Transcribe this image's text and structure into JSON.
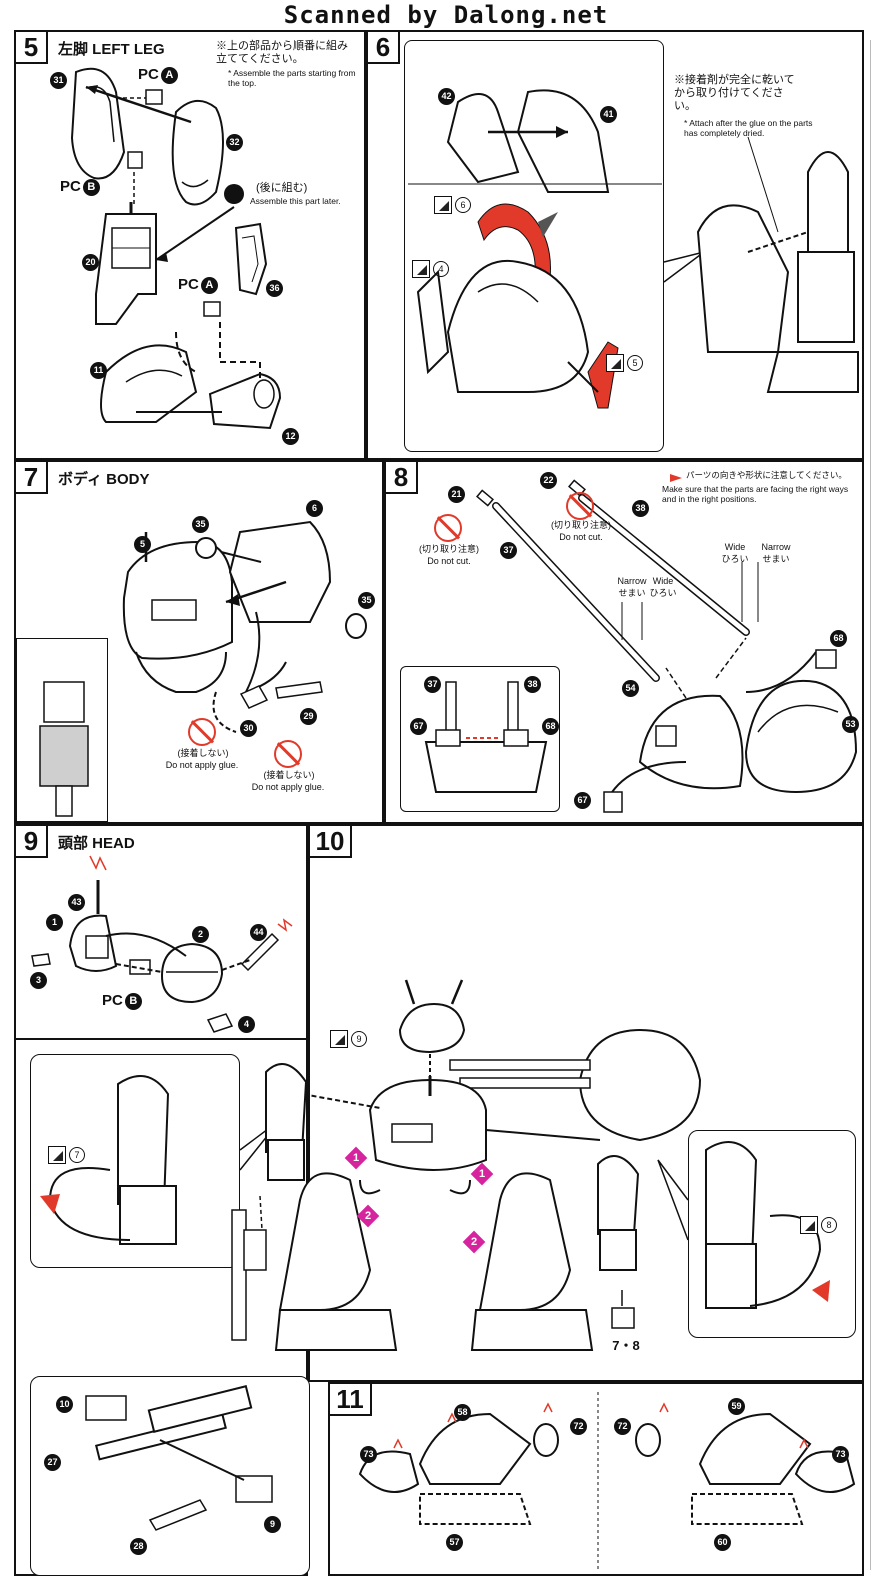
{
  "header": {
    "text": "Scanned by Dalong.net"
  },
  "colors": {
    "accent_red": "#e23a2a",
    "step_magenta": "#d6249f",
    "ink": "#111111"
  },
  "step5": {
    "number": "5",
    "title": "左脚 LEFT LEG",
    "note_jp": "※上の部品から順番に組み立ててください。",
    "note_en": "* Assemble the parts starting from the top.",
    "later_jp": "(後に組む)",
    "later_en": "Assemble this part later.",
    "parts": [
      "31",
      "32",
      "20",
      "36",
      "11",
      "12"
    ],
    "pc_a_1": "A",
    "pc_b": "B",
    "pc_a_2": "A",
    "pc_label": "PC"
  },
  "step6": {
    "number": "6",
    "parts": [
      "42",
      "41"
    ],
    "note_jp": "※接着剤が完全に乾いてから取り付けてください。",
    "note_en": "* Attach after the glue on the parts has completely dried.",
    "refs": [
      "6",
      "4",
      "5"
    ]
  },
  "step7": {
    "number": "7",
    "title": "ボディ BODY",
    "parts": [
      "35",
      "6",
      "5",
      "35",
      "30",
      "29"
    ],
    "noglue_jp_1": "(接着しない)",
    "noglue_en_1": "Do not apply glue.",
    "noglue_jp_2": "(接着しない)",
    "noglue_en_2": "Do not apply glue."
  },
  "step8": {
    "number": "8",
    "warning_jp": "パーツの向きや形状に注意してください。",
    "warning_en": "Make sure that the parts are facing the right ways and in the right positions.",
    "parts": [
      "21",
      "22",
      "38",
      "37",
      "68",
      "54",
      "53",
      "67",
      "37",
      "38",
      "67",
      "68"
    ],
    "nocut_jp_1": "(切り取り注意)",
    "nocut_en_1": "Do not cut.",
    "nocut_jp_2": "(切り取り注意)",
    "nocut_en_2": "Do not cut.",
    "wide_en": "Wide",
    "wide_jp": "ひろい",
    "narrow_en": "Narrow",
    "narrow_jp": "せまい"
  },
  "step9": {
    "number": "9",
    "title": "頭部 HEAD",
    "parts": [
      "43",
      "1",
      "3",
      "2",
      "44",
      "4"
    ],
    "pc_b": "B",
    "pc_label": "PC"
  },
  "step10": {
    "number": "10",
    "refs": [
      "9",
      "7",
      "8"
    ],
    "steps": [
      "1",
      "1",
      "2",
      "2"
    ],
    "hand_ref": "7・8",
    "parts": [
      "10",
      "27",
      "28",
      "9"
    ]
  },
  "step11": {
    "number": "11",
    "parts_left": [
      "58",
      "72",
      "73",
      "57"
    ],
    "parts_right": [
      "59",
      "72",
      "73",
      "60"
    ]
  }
}
